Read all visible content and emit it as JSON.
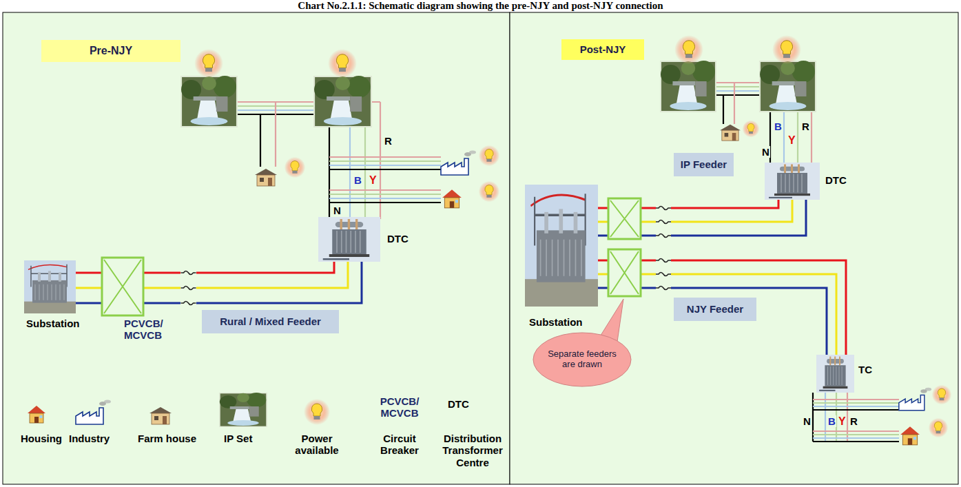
{
  "diagram": {
    "title": "Chart No.2.1.1: Schematic diagram showing the pre-NJY and post-NJY connection",
    "nodes": [
      {
        "text": [
          "Pre-NJY"
        ]
      },
      {
        "text": [
          "Rural / Mixed Feeder"
        ]
      },
      {
        "text": [
          "Post-NJY"
        ]
      },
      {
        "text": [
          "IP Feeder"
        ]
      },
      {
        "text": [
          "NJY Feeder"
        ]
      },
      {
        "text": [
          "Separate feeders are drawn"
        ]
      }
    ],
    "labels": [
      "R",
      "Y",
      "B",
      "N",
      "DTC",
      "Substation",
      "PCVCB/ MCVCB",
      "PCVCB/ MCVCB",
      "DTC",
      "R",
      "Y",
      "B",
      "N",
      "DTC",
      "Substation",
      "TC",
      "N",
      "B",
      "Y",
      "R"
    ],
    "legend": [
      {
        "text": "Housing"
      },
      {
        "text": "Industry"
      },
      {
        "text": "Farm house"
      },
      {
        "text": "IP Set"
      },
      {
        "text": "Power available"
      },
      {
        "text": "Circuit Breaker"
      },
      {
        "text": "Distribution Transformer Centre"
      }
    ]
  }
}
